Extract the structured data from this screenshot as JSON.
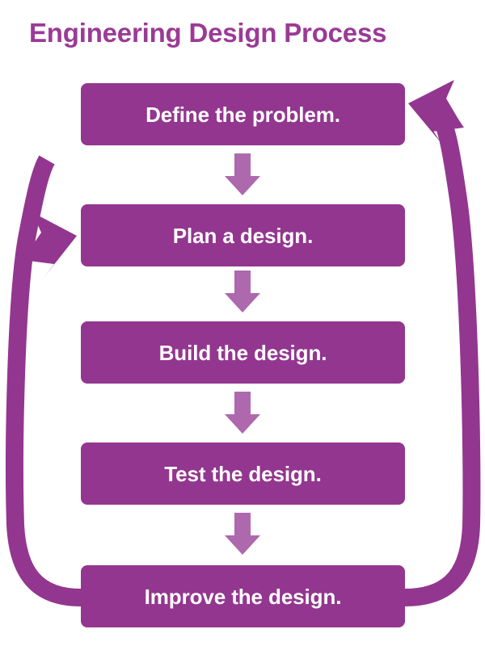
{
  "title": "Engineering Design Process",
  "colors": {
    "title_text": "#9B3A96",
    "box_fill": "#93368F",
    "box_text": "#FFFFFF",
    "connector_arrow": "#AE68AE",
    "loop_arrow": "#93368F",
    "background": "#FFFFFF"
  },
  "steps": [
    {
      "label": "Define the problem."
    },
    {
      "label": "Plan a design."
    },
    {
      "label": "Build the design."
    },
    {
      "label": "Test the design."
    },
    {
      "label": "Improve the design."
    }
  ],
  "connectors": [
    {
      "icon": "down-arrow-icon",
      "from": "Define the problem.",
      "to": "Plan a design."
    },
    {
      "icon": "down-arrow-icon",
      "from": "Plan a design.",
      "to": "Build the design."
    },
    {
      "icon": "down-arrow-icon",
      "from": "Build the design.",
      "to": "Test the design."
    },
    {
      "icon": "down-arrow-icon",
      "from": "Test the design.",
      "to": "Improve the design."
    }
  ],
  "loops": [
    {
      "icon": "curved-arrow-left-icon",
      "side": "right",
      "from": "Improve the design.",
      "to": "Define the problem."
    },
    {
      "icon": "curved-arrow-right-icon",
      "side": "left",
      "from": "Improve the design.",
      "to": "Plan a design."
    }
  ]
}
